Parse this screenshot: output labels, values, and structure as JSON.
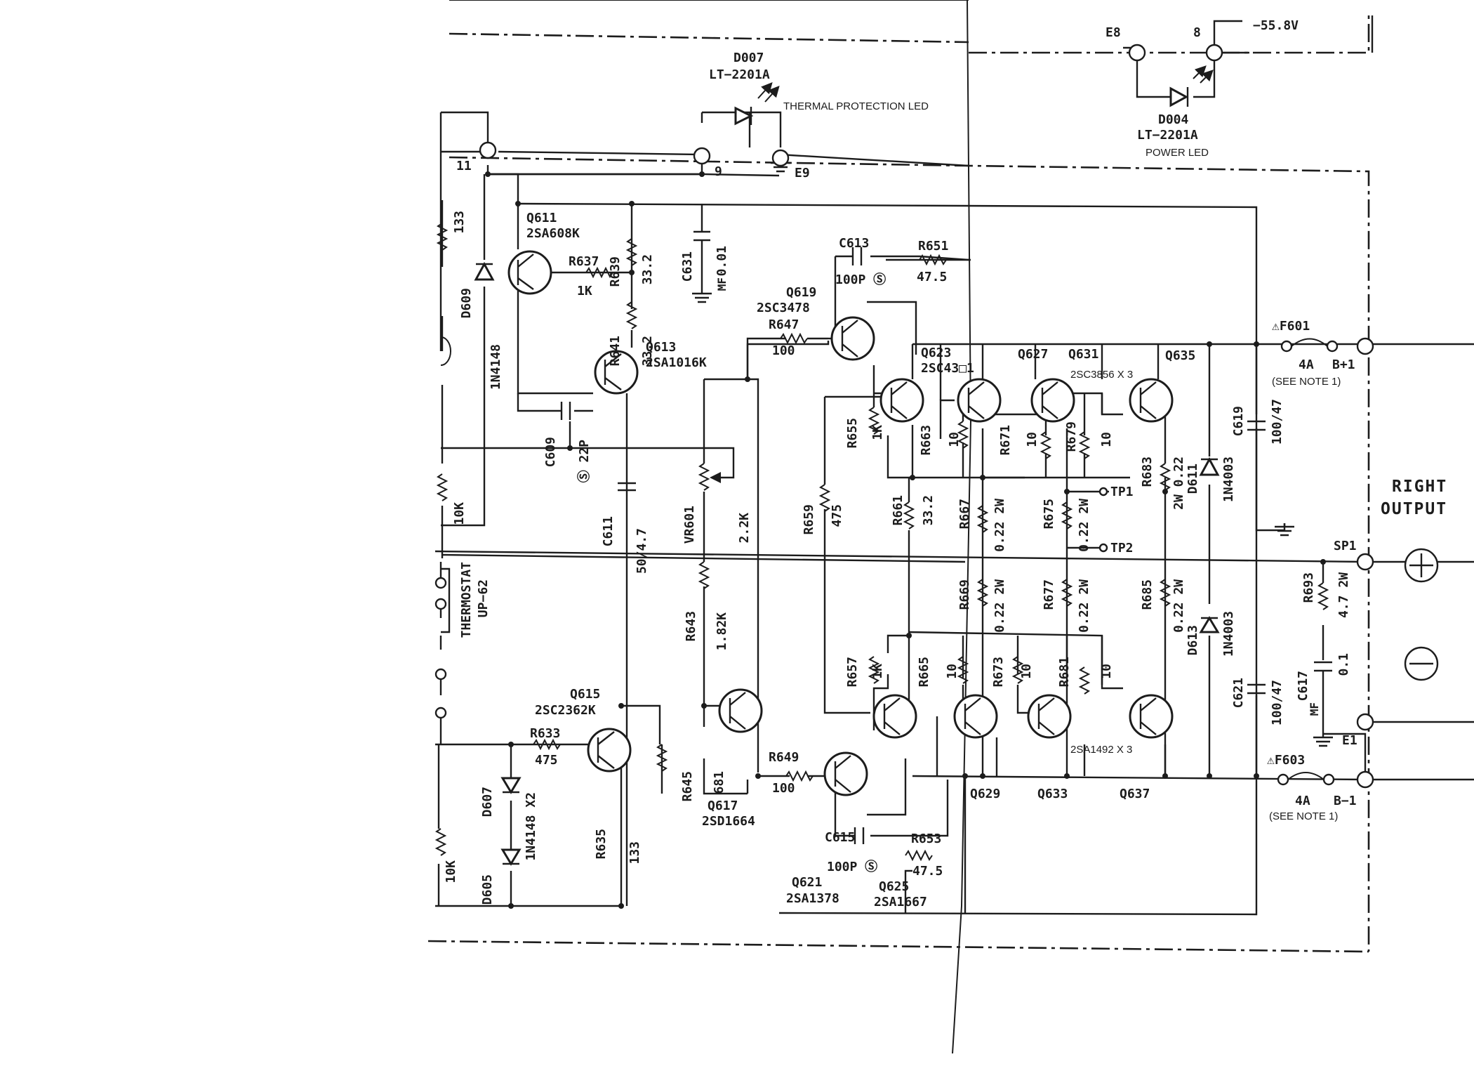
{
  "diagram": {
    "output_label_1": "RIGHT",
    "output_label_2": "OUTPUT",
    "nodes": {
      "n11": "11",
      "n9": "9",
      "e9": "E9",
      "e8": "E8",
      "n8": "8",
      "b_plus": "B+1",
      "b_minus": "B−1",
      "sp1": "SP1",
      "e1": "E1",
      "tp1": "TP1",
      "tp2": "TP2",
      "rail_voltage": "−55.8V"
    },
    "leds": {
      "d007_ref": "D007",
      "d007_part": "LT−2201A",
      "d007_note": "THERMAL PROTECTION LED",
      "d004_ref": "D004",
      "d004_part": "LT−2201A",
      "d004_note": "POWER LED"
    },
    "fuses": {
      "f601": "⚠F601",
      "f601_rating": "4A",
      "f601_note": "(SEE NOTE 1)",
      "f603": "⚠F603",
      "f603_rating": "4A",
      "f603_note": "(SEE NOTE 1)"
    },
    "thermostat": {
      "ref": "THERMOSTAT",
      "part": "UP−62"
    },
    "transistors": {
      "q611": "Q611",
      "q611_p": "2SA608K",
      "q613": "Q613",
      "q613_p": "2SA1016K",
      "q615": "Q615",
      "q615_p": "2SC2362K",
      "q617": "Q617",
      "q617_p": "2SD1664",
      "q619": "Q619",
      "q619_p": "2SC3478",
      "q621": "Q621",
      "q621_p": "2SA1378",
      "q623": "Q623",
      "q623_p": "2SC43□1",
      "q625": "Q625",
      "q625_p": "2SA1667",
      "q627": "Q627",
      "q629": "Q629",
      "q631": "Q631",
      "q631_p": "2SC3856  X 3",
      "q633": "Q633",
      "q635": "Q635",
      "q637": "Q637",
      "q_pnp_out": "2SA1492  X 3"
    },
    "resistors": {
      "r609": "133",
      "r611": "10K",
      "r613": "10K",
      "r633": "R633",
      "r633_v": "475",
      "r635": "R635",
      "r635_v": "133",
      "r637": "R637",
      "r637_v": "1K",
      "r639": "R639",
      "r639_v": "33.2",
      "r641": "R641",
      "r641_v": "33.2",
      "r643": "R643",
      "r643_v": "1.82K",
      "r645": "R645",
      "r645_v": "681",
      "r647": "R647",
      "r647_v": "100",
      "r649": "R649",
      "r649_v": "100",
      "r651": "R651",
      "r651_v": "47.5",
      "r653": "R653",
      "r653_v": "47.5",
      "r655": "R655",
      "r655_v": "1K",
      "r657": "R657",
      "r657_v": "1K",
      "r659": "R659",
      "r659_v": "475",
      "r661": "R661",
      "r661_v": "33.2",
      "r663": "R663",
      "r663_v": "10",
      "r665": "R665",
      "r665_v": "10",
      "r667": "R667",
      "r667_v": "0.22  2W",
      "r669": "R669",
      "r669_v": "0.22  2W",
      "r671": "R671",
      "r671_v": "10",
      "r673": "R673",
      "r673_v": "10",
      "r675": "R675",
      "r675_v": "0.22  2W",
      "r677": "R677",
      "r677_v": "0.22  2W",
      "r679": "R679",
      "r679_v": "10",
      "r681": "R681",
      "r681_v": "10",
      "r683": "R683",
      "r683_v": "2W 0.22",
      "r685": "R685",
      "r685_v": "0.22  2W",
      "r693": "R693",
      "r693_v": "4.7  2W",
      "vr601": "VR601",
      "vr601_v": "2.2K"
    },
    "capacitors": {
      "c609": "C609",
      "c609_v": "Ⓢ 22P",
      "c611": "C611",
      "c611_v": "50/4.7",
      "c613": "C613",
      "c613_v": "100P Ⓢ",
      "c615": "C615",
      "c615_v": "100P Ⓢ",
      "c617": "C617",
      "c617_v": "0.1",
      "c619": "C619",
      "c619_v": "100/47",
      "c621": "C621",
      "c621_v": "100/47",
      "c631": "C631",
      "c631_v": "0.01",
      "mf": "MF"
    },
    "diodes": {
      "d605": "D605",
      "d607": "D607",
      "d605_p": "1N4148  X2",
      "d609": "D609",
      "d609_p": "1N4148",
      "d611": "D611",
      "d611_p": "1N4003",
      "d613": "D613",
      "d613_p": "1N4003"
    }
  }
}
